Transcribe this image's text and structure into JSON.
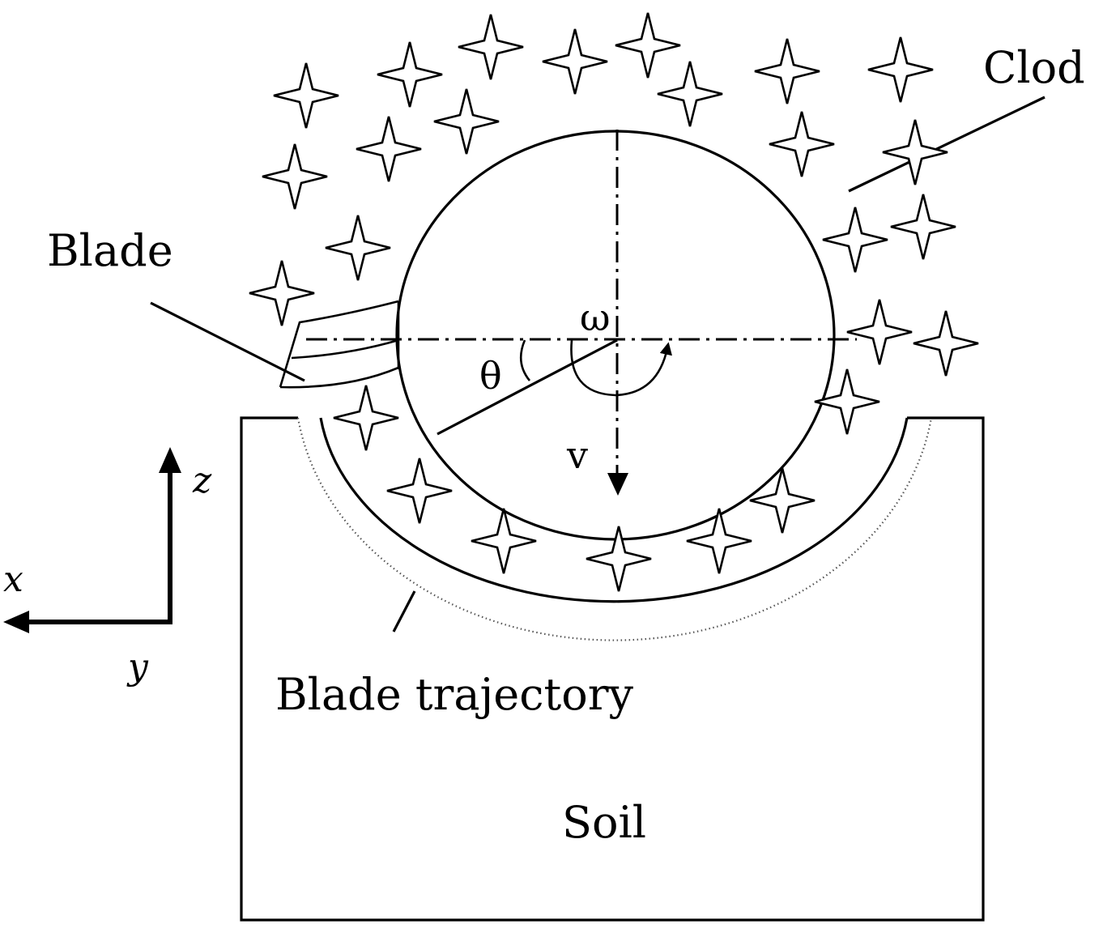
{
  "labels": {
    "clod": "Clod",
    "blade": "Blade",
    "omega": "ω",
    "theta": "θ",
    "v": "v",
    "z": "z",
    "x": "x",
    "y": "y",
    "blade_trajectory": "Blade trajectory",
    "soil": "Soil"
  },
  "colors": {
    "line": "#000000",
    "background": "#ffffff",
    "trajectory": "#555555"
  },
  "icons": {
    "clod": "four-point-star",
    "axis_arrow": "arrow-head"
  }
}
